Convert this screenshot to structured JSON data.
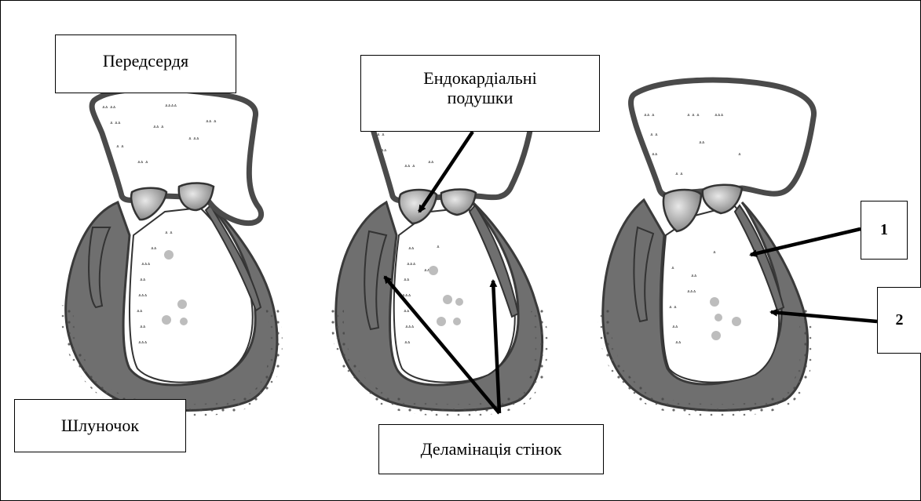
{
  "labels": {
    "atrium": "Передсердя",
    "endocardial_cushions": "Ендокардіальні\nподушки",
    "ventricle": "Шлуночок",
    "wall_delamination": "Деламінація стінок",
    "marker_1": "1",
    "marker_2": "2"
  },
  "colors": {
    "wall": "#6f6f6f",
    "wall_dark": "#3a3a3a",
    "cushion": "#8c8c8c",
    "lumen": "#ffffff",
    "arrow": "#000000"
  },
  "stages": [
    "stage-1-heart",
    "stage-2-heart",
    "stage-3-heart"
  ]
}
